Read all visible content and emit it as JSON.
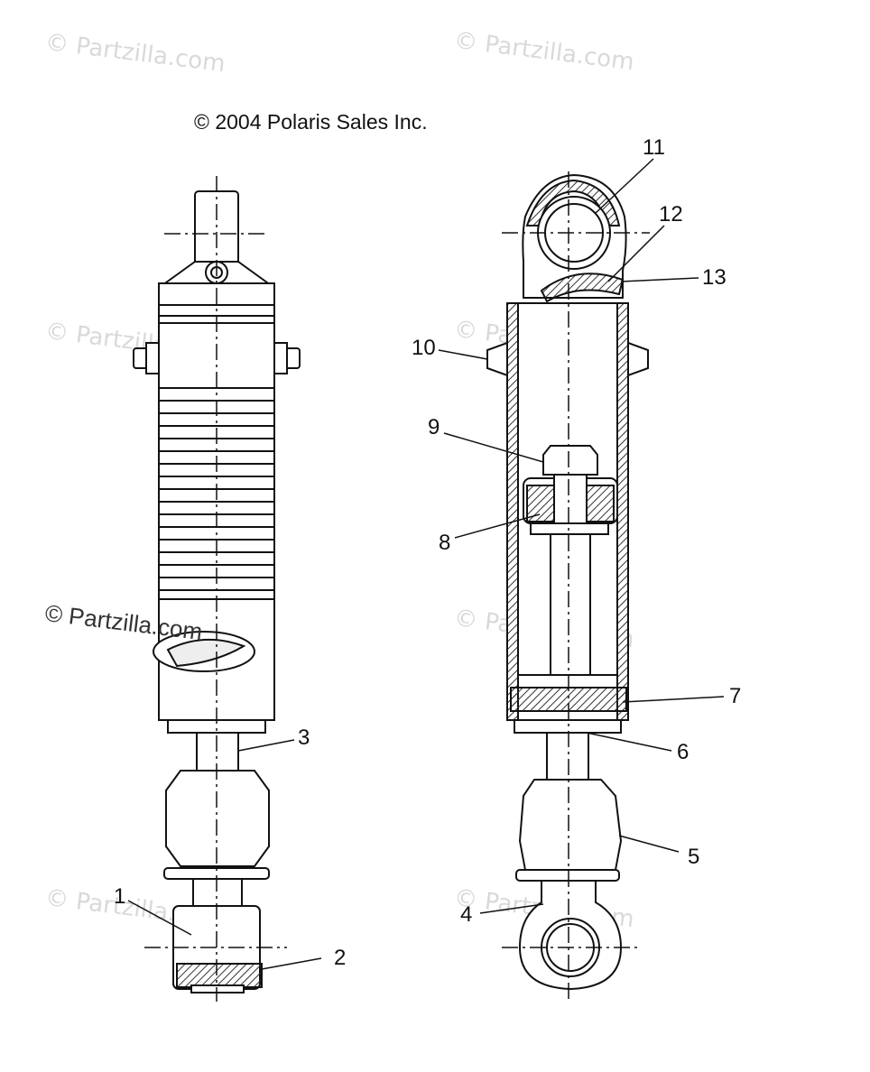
{
  "copyright": "© 2004 Polaris Sales Inc.",
  "watermark": "© Partzilla.com",
  "callouts": [
    "1",
    "2",
    "3",
    "4",
    "5",
    "6",
    "7",
    "8",
    "9",
    "10",
    "11",
    "12",
    "13"
  ],
  "colors": {
    "line": "#111111",
    "fill": "#ffffff",
    "hatch": "#333333",
    "watermark": "#d9d9d9"
  }
}
